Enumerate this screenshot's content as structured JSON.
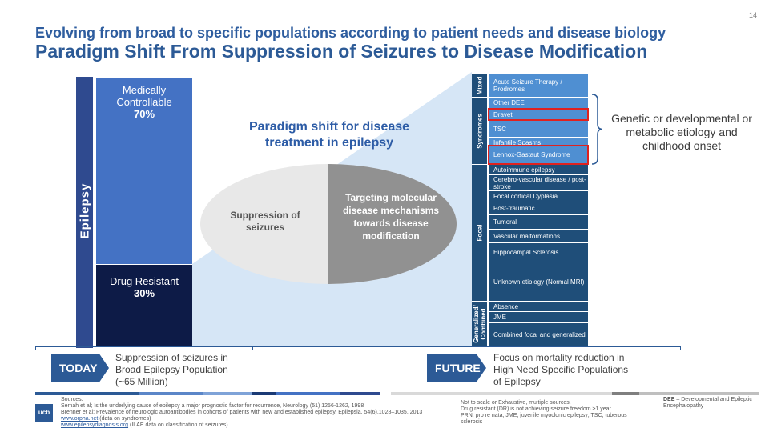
{
  "page": {
    "number": "14",
    "subtitle": "Evolving from broad to specific populations according to patient needs and disease biology",
    "title": "Paradigm Shift From Suppression of Seizures to Disease Modification"
  },
  "left_column": {
    "epilepsy_label": "Epilepsy",
    "medically_controllable": {
      "label": "Medically Controllable",
      "percent": "70%"
    },
    "drug_resistant": {
      "label": "Drug Resistant",
      "percent": "30%"
    }
  },
  "center": {
    "paradigm_title": "Paradigm shift for disease treatment in epilepsy",
    "suppression": "Suppression of seizures",
    "targeting": "Targeting molecular disease mechanisms towards disease modification"
  },
  "table": {
    "groups": [
      "Mixed",
      "Syndromes",
      "Focal",
      "Generalized/ Combined"
    ],
    "rows": [
      "Acute Seizure Therapy / Prodromes",
      "Other DEE",
      "Dravet",
      "TSC",
      "Infantile Spasms",
      "Lennox-Gastaut Syndrome",
      "Autoimmune epilepsy",
      "Cerebro-vascular disease / post-stroke",
      "Focal cortical Dyplasia",
      "Post-traumatic",
      "Tumoral",
      "Vascular malformations",
      "Hippocampal Sclerosis",
      "Unknown etiology (Normal MRI)",
      "Absence",
      "JME",
      "Combined focal and generalized"
    ]
  },
  "genetic_note": "Genetic or developmental or metabolic etiology and childhood onset",
  "timeline": {
    "today_label": "TODAY",
    "today_text": "Suppression of seizures in Broad Epilepsy Population (~65 Million)",
    "future_label": "FUTURE",
    "future_text": "Focus on mortality reduction in High Need Specific Populations of Epilepsy"
  },
  "footer": {
    "sources_heading": "Sources:",
    "source_1": "Semah et al; Is the underlying cause of epilepsy a major prognostic factor for recurrence, Neurology (51) 1256-1262, 1998",
    "source_2": "Brenner et al; Prevalence of neurologic autoantibodies in cohorts of patients with new and established epilepsy, Epilepsia, 54(6),1028–1035, 2013",
    "source_3_link": "www.orpha.net",
    "source_3_rest": " (data on syndromes)",
    "source_4_link": "www.epilepsydiagnosis.org",
    "source_4_rest": " (ILAE data on classification of seizures)",
    "note_1": "Not to scale or Exhaustive, multiple sources.",
    "note_2": "Drug resistant (DR) is not achieving seizure freedom ≥1 year",
    "note_3": "PRN, pro re nata; JME, juvenile myoclonic epilepsy; TSC, tuberous sclerosis",
    "dee_abbr": "DEE",
    "dee_text": " – Developmental and Epileptic Encephalopathy",
    "logo_text": "ucb"
  },
  "colors": {
    "brand_blue": "#2c5a96",
    "light_blue_row": "#4f8fd2",
    "dark_blue_row": "#1f4e79",
    "highlight_red": "#e0211f"
  }
}
